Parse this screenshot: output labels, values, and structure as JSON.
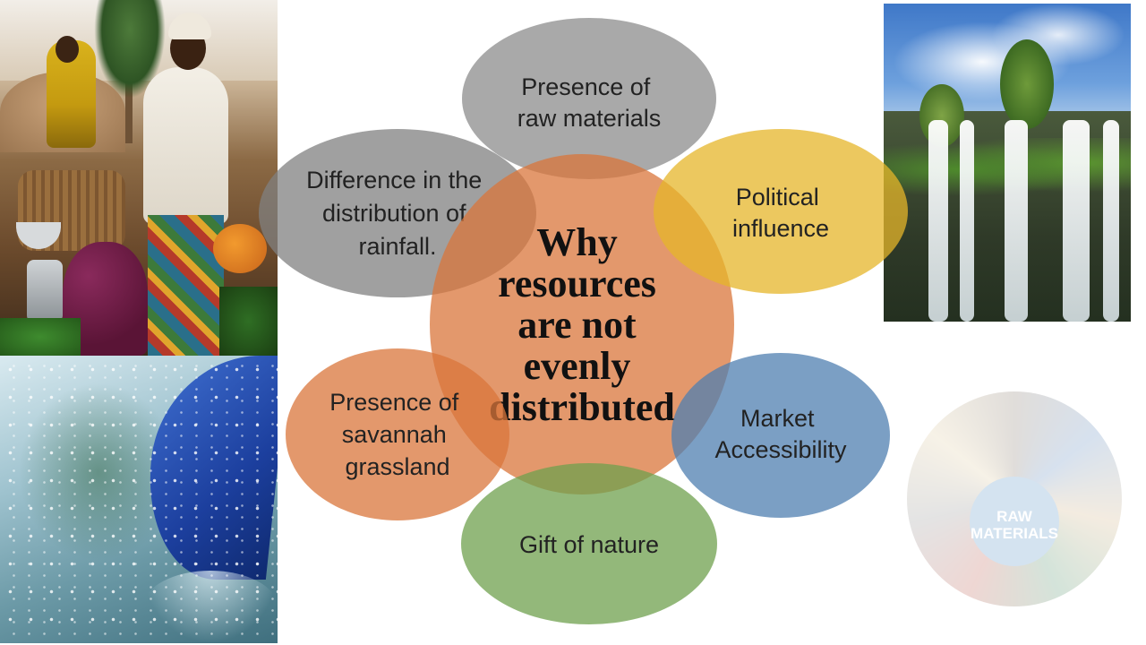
{
  "diagram": {
    "center": {
      "lines": [
        "Why",
        "resources",
        "are not",
        "evenly",
        "distributed"
      ],
      "color": "#D9753B"
    },
    "factors": [
      {
        "id": "raw-materials",
        "lines": [
          "Presence of",
          "raw materials"
        ],
        "color": "#8C8C8C"
      },
      {
        "id": "political",
        "lines": [
          "Political",
          "influence"
        ],
        "color": "#E6B62A"
      },
      {
        "id": "market",
        "lines": [
          "Market",
          "Accessibility"
        ],
        "color": "#4F7FB0"
      },
      {
        "id": "gift",
        "lines": [
          "Gift of nature"
        ],
        "color": "#6FA04E"
      },
      {
        "id": "savannah",
        "lines": [
          "Presence of",
          "savannah",
          "grassland"
        ],
        "color": "#D9753B"
      },
      {
        "id": "rainfall",
        "lines": [
          "Difference in the",
          "distribution of",
          "rainfall."
        ],
        "color": "#808080"
      }
    ]
  },
  "images": {
    "market": {
      "icon": "market-photo"
    },
    "rain": {
      "icon": "rain-umbrella-photo"
    },
    "waterfall": {
      "icon": "waterfall-photo"
    },
    "raw_materials": {
      "icon": "raw-materials-logo",
      "label": "RAW MATERIALS",
      "label_lines": [
        "RAW",
        "MATERIALS"
      ]
    }
  }
}
